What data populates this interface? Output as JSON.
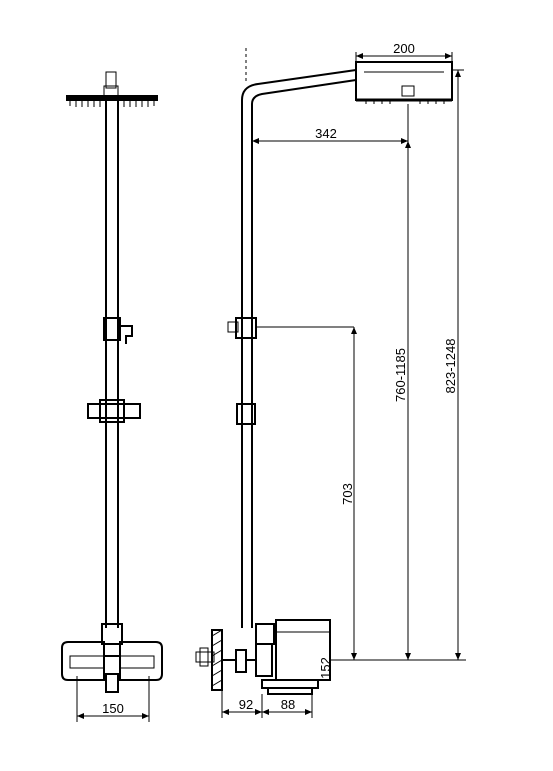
{
  "drawing": {
    "front_view": {
      "dimensions": {
        "width_label": "150"
      }
    },
    "side_view": {
      "dimensions": {
        "head_width": "200",
        "arm_reach": "342",
        "handle_height": "703",
        "head_height_range": "760-1185",
        "total_height_range": "823-1248",
        "wall_offset": "92",
        "spout_depth": "88",
        "mixer_height": "152"
      }
    }
  }
}
